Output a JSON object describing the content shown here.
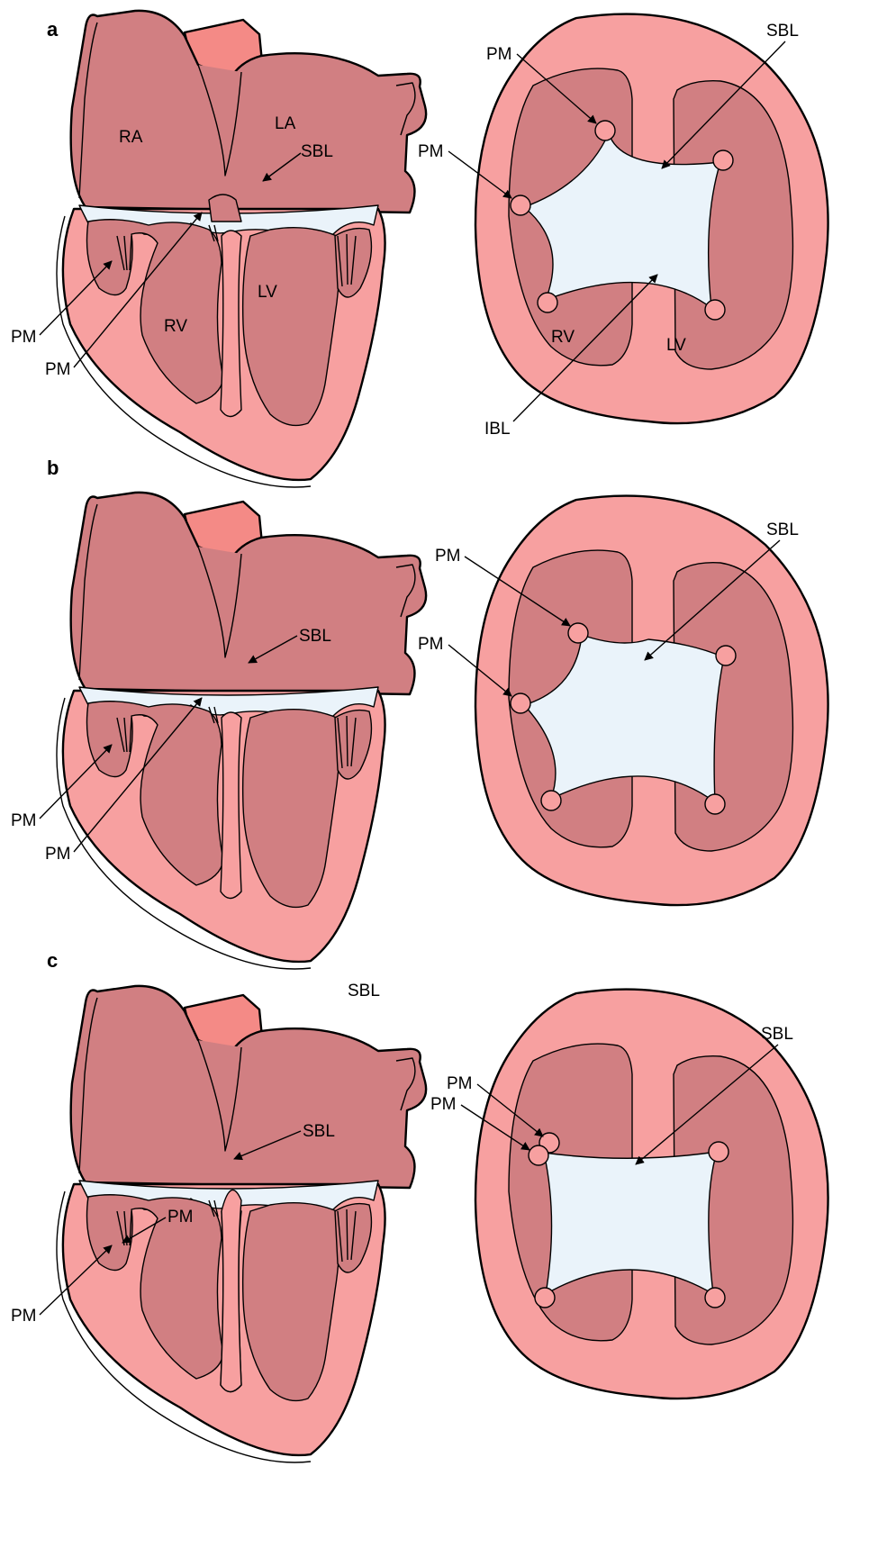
{
  "colors": {
    "atria": "#d17f82",
    "myocardium": "#f7a0a0",
    "epicardium": "#ef8e8e",
    "cavity": "#d17f82",
    "band": "#eaf3fa",
    "vessel": "#f48a86",
    "outline": "#000000"
  },
  "panels": [
    {
      "letter": "a",
      "labels": {
        "ra": "RA",
        "la": "LA",
        "rv": "RV",
        "lv": "LV",
        "sbl_long": "SBL",
        "pm_long_1": "PM",
        "pm_long_2": "PM",
        "pm_cross_1": "PM",
        "pm_cross_2": "PM",
        "sbl_cross": "SBL",
        "rv_cross": "RV",
        "lv_cross": "LV",
        "ibl_cross": "IBL"
      }
    },
    {
      "letter": "b",
      "labels": {
        "sbl_long": "SBL",
        "pm_long_1": "PM",
        "pm_long_2": "PM",
        "pm_cross_1": "PM",
        "pm_cross_2": "PM",
        "sbl_cross": "SBL"
      }
    },
    {
      "letter": "c",
      "labels": {
        "sbl_floating": "SBL",
        "sbl_long": "SBL",
        "pm_long_1": "PM",
        "pm_long_2": "PM",
        "pm_cross_1": "PM",
        "pm_cross_2": "PM",
        "sbl_cross": "SBL"
      }
    }
  ]
}
